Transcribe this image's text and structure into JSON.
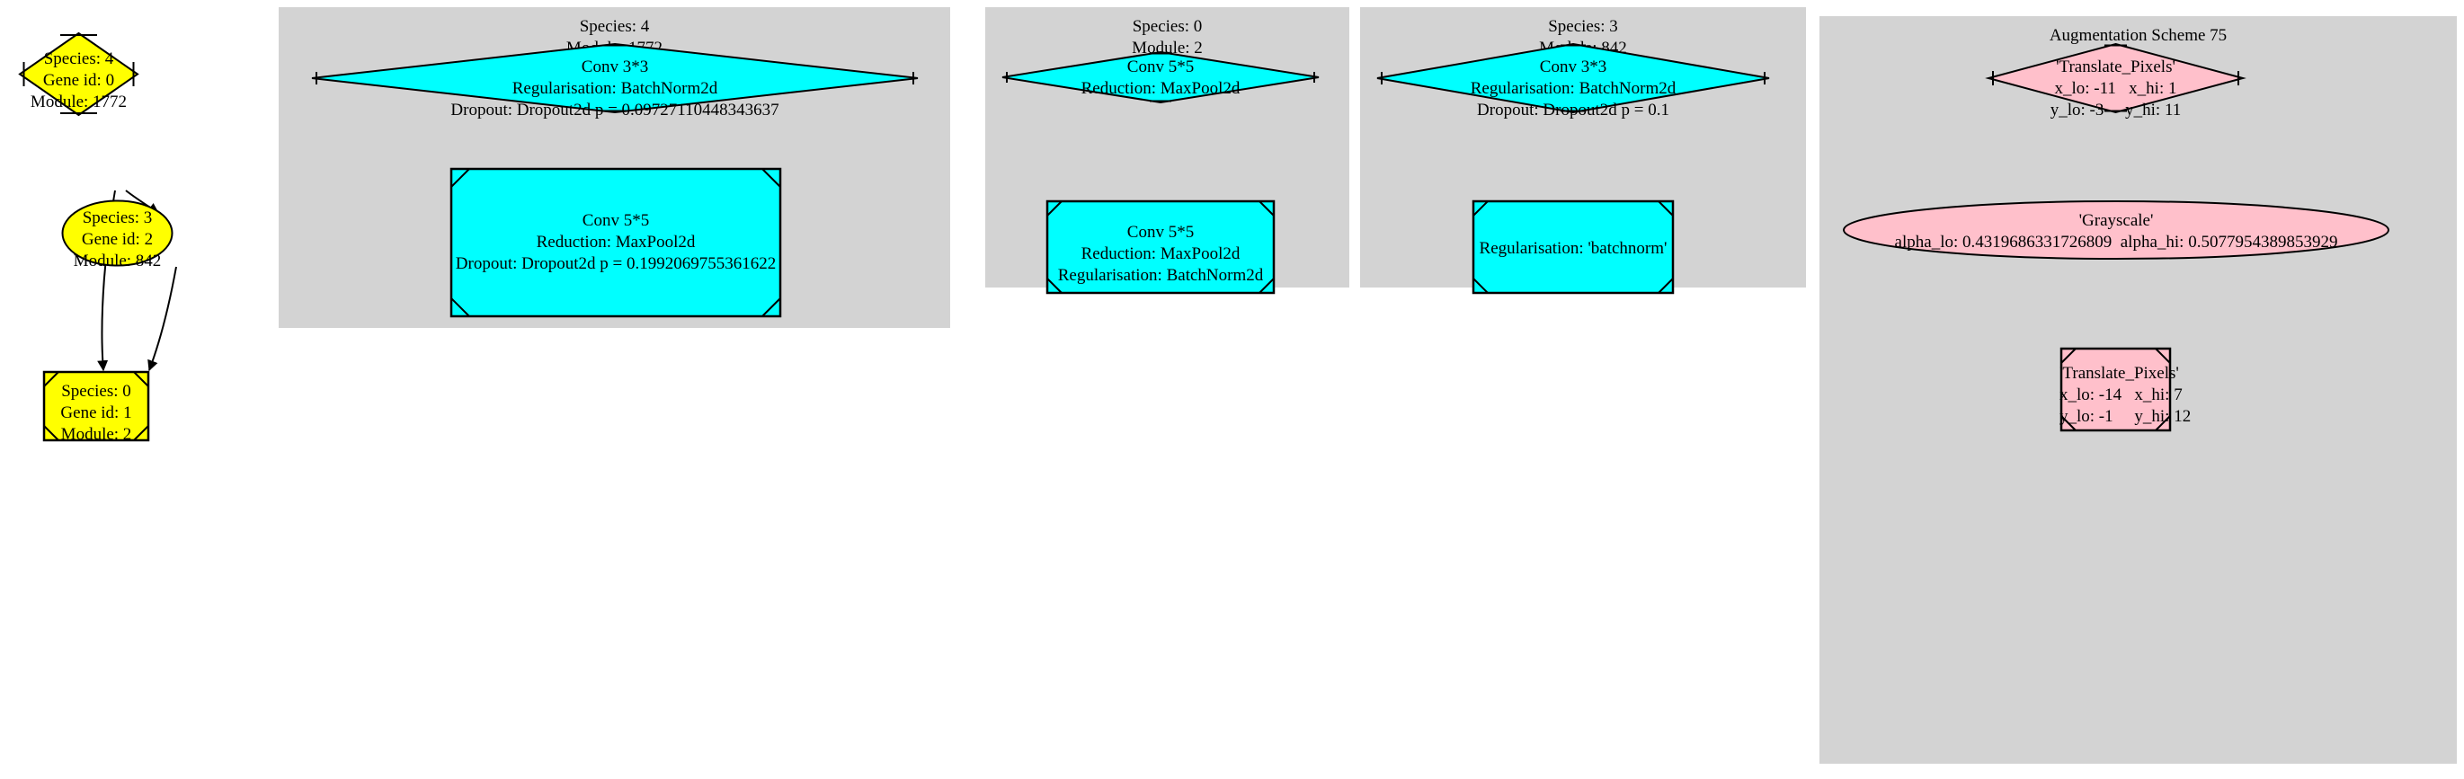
{
  "graph": {
    "background": "#ffffff",
    "cluster_fill": "#d3d3d3",
    "colors": {
      "species_node": "#ffff00",
      "module_node": "#00ffff",
      "augmentation_node": "#ffc0cb",
      "outline": "#000000"
    }
  },
  "species_graph": {
    "nodes": [
      {
        "id": "species-4",
        "shape": "Mdiamond",
        "fill": "#ffff00",
        "lines": [
          "Species: 4",
          "Gene id: 0",
          "Module: 1772"
        ]
      },
      {
        "id": "species-3",
        "shape": "ellipse",
        "fill": "#ffff00",
        "lines": [
          "Species: 3",
          "Gene id: 2",
          "Module: 842"
        ]
      },
      {
        "id": "species-0",
        "shape": "Msquare",
        "fill": "#ffff00",
        "lines": [
          "Species: 0",
          "Gene id: 1",
          "Module: 2"
        ]
      }
    ],
    "edges": [
      {
        "from": "species-4",
        "to": "species-3"
      },
      {
        "from": "species-4",
        "to": "species-0"
      },
      {
        "from": "species-3",
        "to": "species-0"
      }
    ]
  },
  "clusters": [
    {
      "id": "cluster-module-1772",
      "label": "Species: 4\nModule: 1772",
      "nodes": [
        {
          "id": "m1772-conv3",
          "shape": "Mdiamond",
          "fill": "#00ffff",
          "lines": [
            "Conv 3*3",
            "Regularisation: BatchNorm2d",
            "Dropout: Dropout2d p = 0.09727110448343637"
          ]
        },
        {
          "id": "m1772-conv5",
          "shape": "Msquare",
          "fill": "#00ffff",
          "lines": [
            "Conv 5*5",
            "Reduction: MaxPool2d",
            "Dropout: Dropout2d p = 0.1992069755361622"
          ]
        }
      ],
      "edges": [
        {
          "from": "m1772-conv3",
          "to": "m1772-conv5"
        }
      ]
    },
    {
      "id": "cluster-module-2",
      "label": "Species: 0\nModule: 2",
      "nodes": [
        {
          "id": "m2-conv5a",
          "shape": "Mdiamond",
          "fill": "#00ffff",
          "lines": [
            "Conv 5*5",
            "Reduction: MaxPool2d"
          ]
        },
        {
          "id": "m2-conv5b",
          "shape": "Msquare",
          "fill": "#00ffff",
          "lines": [
            "Conv 5*5",
            "Reduction: MaxPool2d",
            "Regularisation: BatchNorm2d"
          ]
        }
      ],
      "edges": [
        {
          "from": "m2-conv5a",
          "to": "m2-conv5b"
        }
      ]
    },
    {
      "id": "cluster-module-842",
      "label": "Species: 3\nModule: 842",
      "nodes": [
        {
          "id": "m842-conv3",
          "shape": "Mdiamond",
          "fill": "#00ffff",
          "lines": [
            "Conv 3*3",
            "Regularisation: BatchNorm2d",
            "Dropout: Dropout2d p = 0.1"
          ]
        },
        {
          "id": "m842-batchnorm",
          "shape": "Msquare",
          "fill": "#00ffff",
          "lines": [
            "Regularisation: 'batchnorm'"
          ]
        }
      ],
      "edges": [
        {
          "from": "m842-conv3",
          "to": "m842-batchnorm"
        }
      ]
    },
    {
      "id": "cluster-augmentation-75",
      "label": "Augmentation Scheme 75",
      "nodes": [
        {
          "id": "aug-translate-1",
          "shape": "Mdiamond",
          "fill": "#ffc0cb",
          "lines": [
            "'Translate_Pixels'",
            "x_lo: -11   x_hi: 1",
            "y_lo: -3     y_hi: 11"
          ]
        },
        {
          "id": "aug-grayscale",
          "shape": "ellipse",
          "fill": "#ffc0cb",
          "lines": [
            "'Grayscale'",
            "alpha_lo: 0.4319686331726809  alpha_hi: 0.5077954389853929"
          ]
        },
        {
          "id": "aug-translate-2",
          "shape": "Msquare",
          "fill": "#ffc0cb",
          "lines": [
            "'Translate_Pixels'",
            "x_lo: -14   x_hi: 7",
            "y_lo: -1     y_hi: 12"
          ]
        }
      ],
      "edges": [
        {
          "from": "aug-translate-1",
          "to": "aug-grayscale"
        },
        {
          "from": "aug-grayscale",
          "to": "aug-translate-2"
        }
      ]
    }
  ]
}
